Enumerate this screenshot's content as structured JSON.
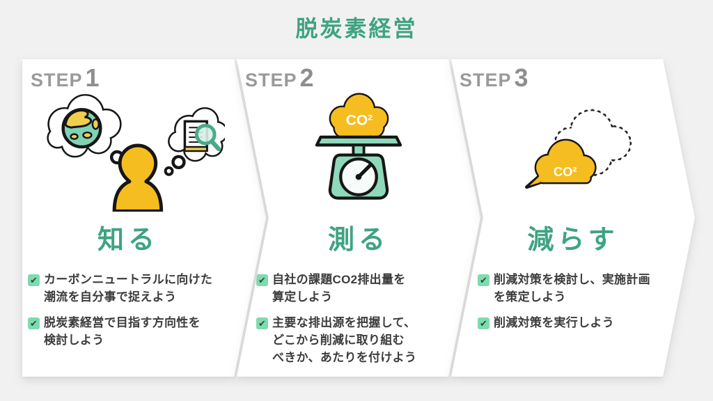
{
  "title": "脱炭素経営",
  "co2_label": "CO²",
  "check_glyph": "✔",
  "steps": [
    {
      "label": "STEP",
      "number": "1",
      "verb": "知る",
      "icon": "person-thinking-about-climate",
      "bullets": [
        "カーボンニュートラルに向けた\n潮流を自分事で捉えよう",
        "脱炭素経営で目指す方向性を\n検討しよう"
      ]
    },
    {
      "label": "STEP",
      "number": "2",
      "verb": "測る",
      "icon": "co2-weighing-scale",
      "bullets": [
        "自社の課題CO2排出量を\n算定しよう",
        "主要な排出源を把握して、\nどこから削減に取り組む\nべきか、あたりを付けよう"
      ]
    },
    {
      "label": "STEP",
      "number": "3",
      "verb": "減らす",
      "icon": "co2-cloud-shrinking",
      "bullets": [
        "削減対策を検討し、実施計画\nを策定しよう",
        "削減対策を実行しよう"
      ]
    }
  ],
  "colors": {
    "accent_green": "#3FA381",
    "icon_yellow": "#F5BD1F",
    "icon_mint": "#8FD9BB",
    "check_bg": "#7EDBAE",
    "step_gray": "#9A9A9A",
    "text_dark": "#3C3C3C",
    "background": "#F1F1F2",
    "card": "#FFFFFF"
  }
}
